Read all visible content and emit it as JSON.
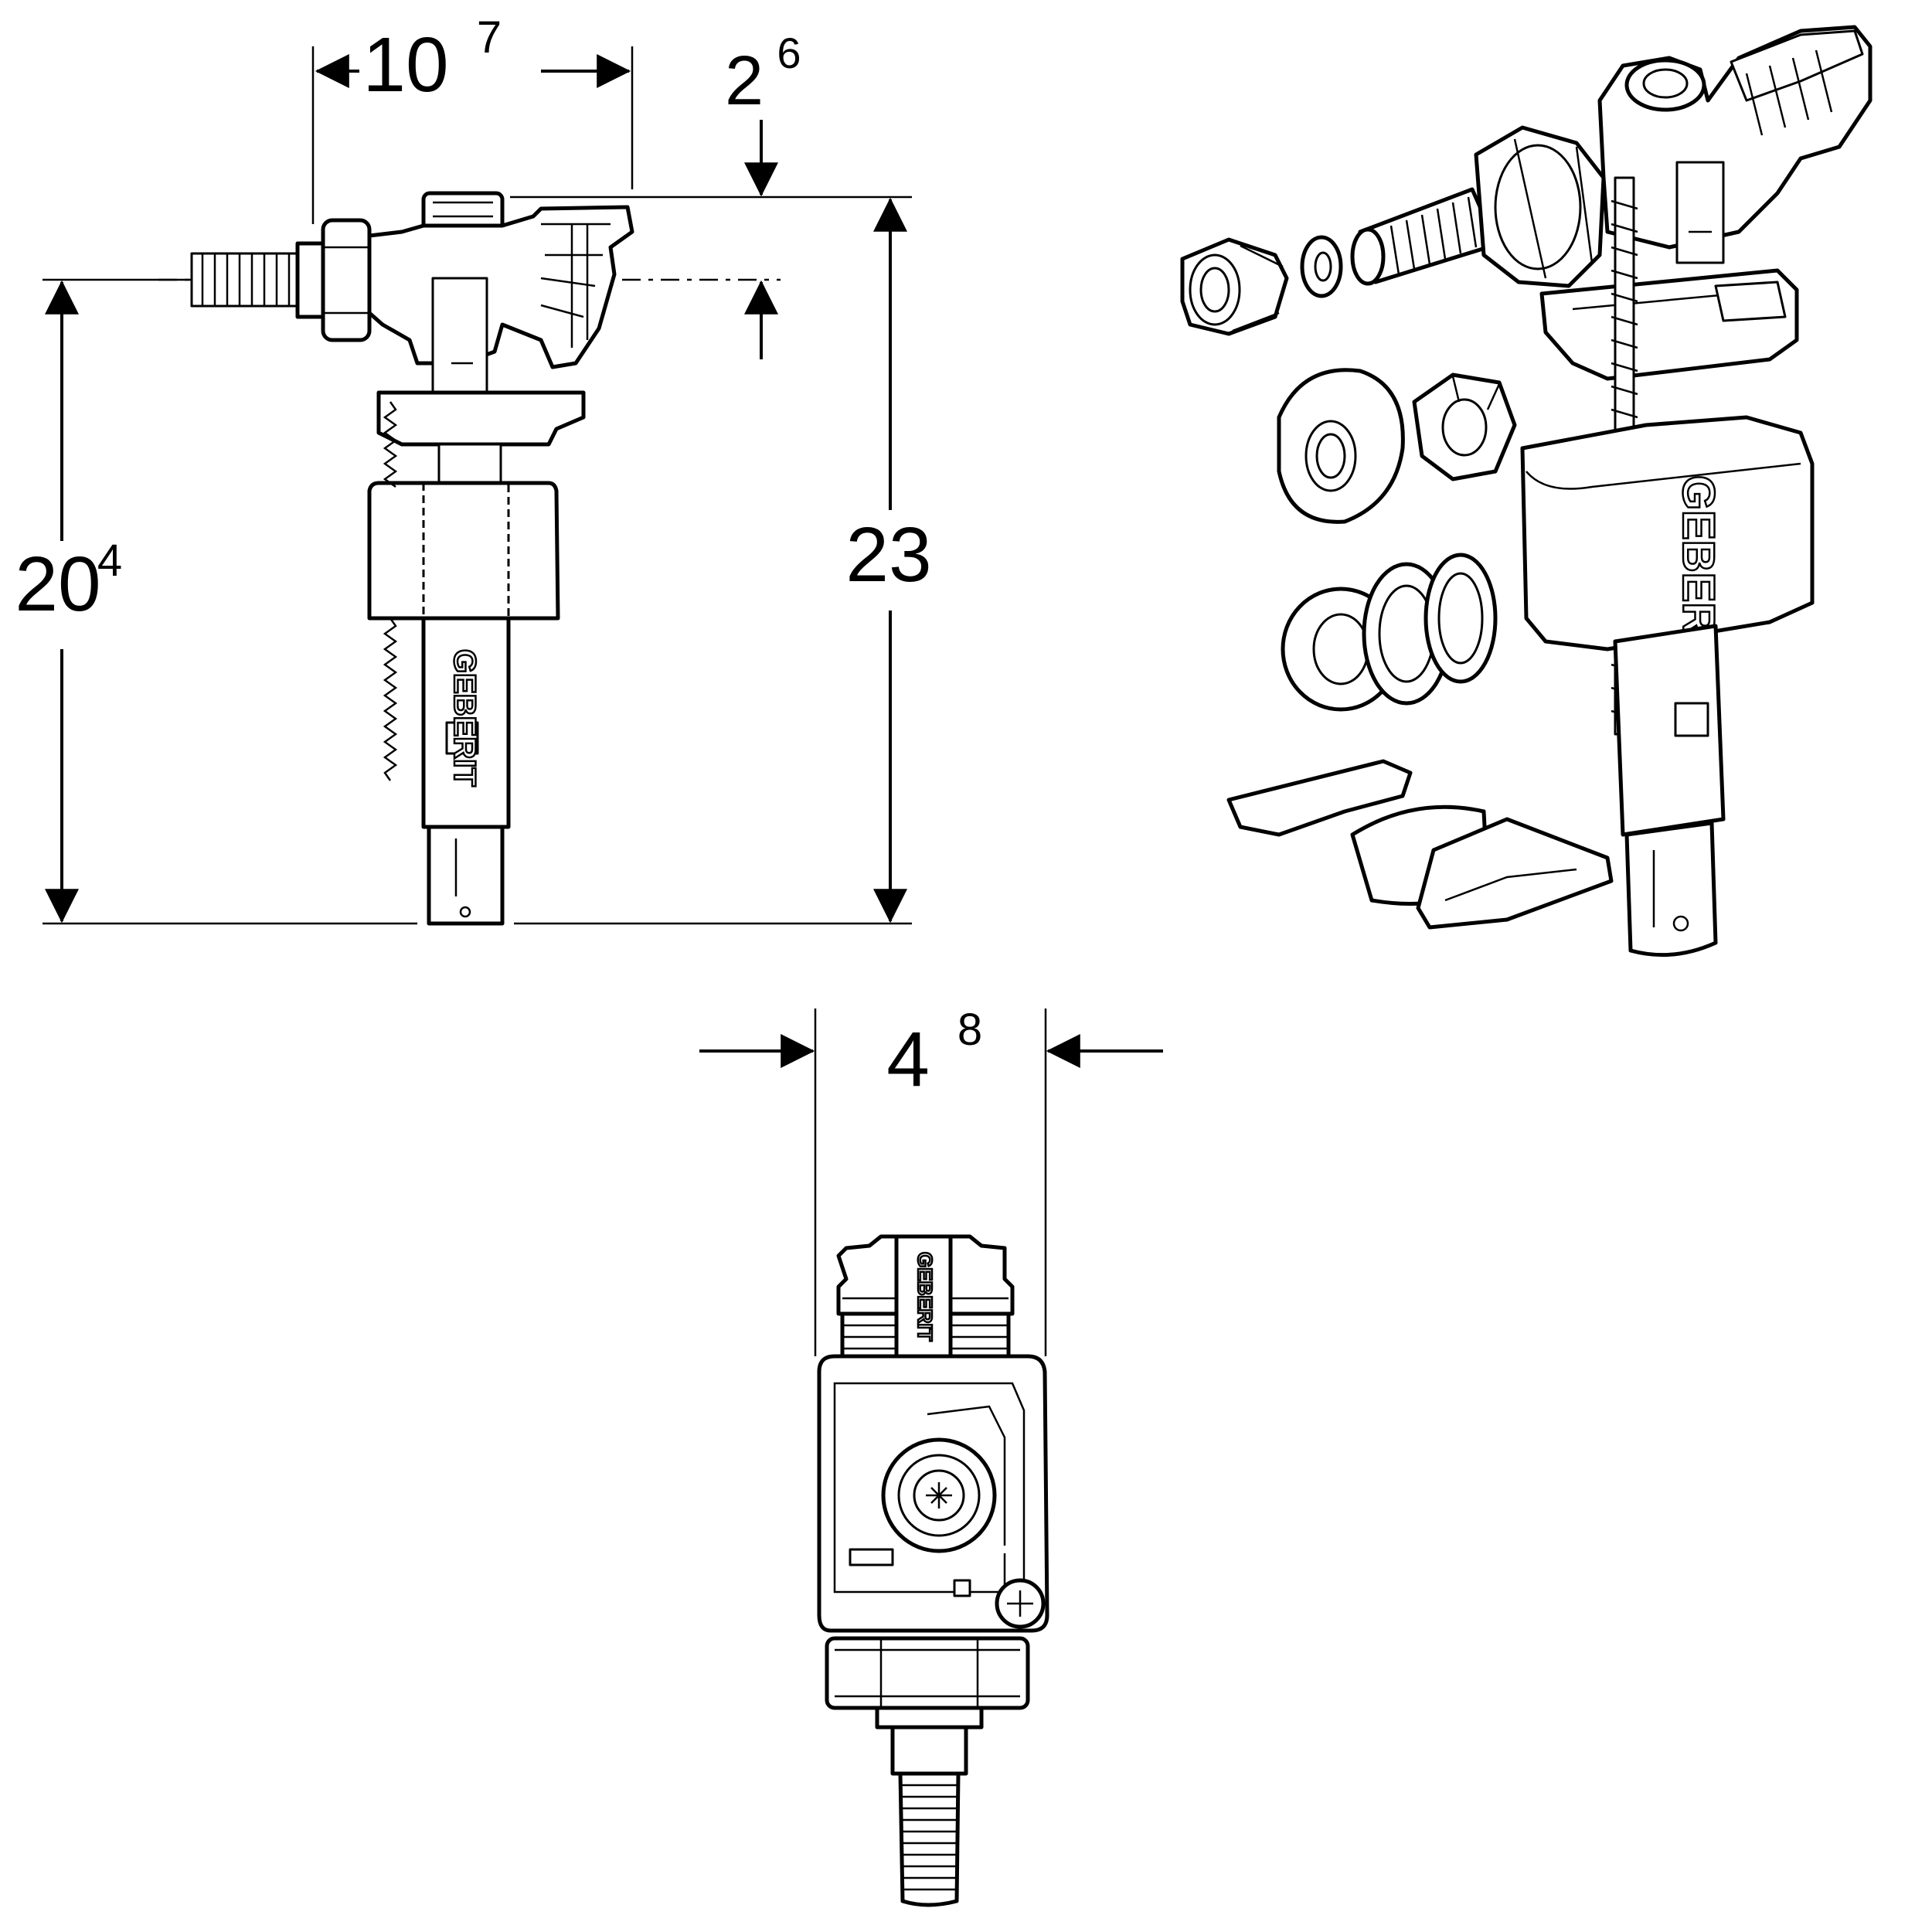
{
  "dimensions": {
    "width_top": {
      "main": "10",
      "sup": "7"
    },
    "offset_top": {
      "main": "2",
      "sup": "6"
    },
    "height_left": {
      "main": "20",
      "sup": "4"
    },
    "height_right": {
      "main": "23",
      "sup": ""
    },
    "width_bottom": {
      "main": "4",
      "sup": "8"
    }
  },
  "brand": {
    "logo_text": "GEBERIT"
  }
}
